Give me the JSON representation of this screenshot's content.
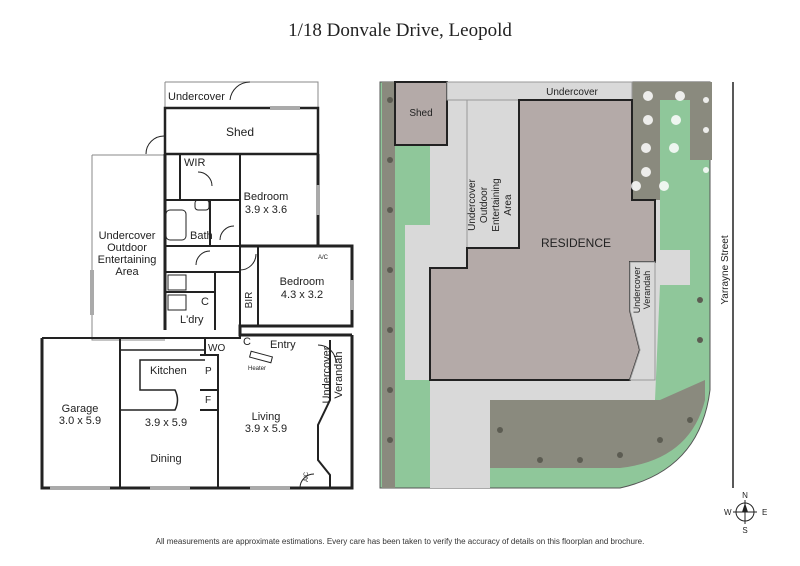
{
  "title": "1/18 Donvale Drive, Leopold",
  "disclaimer": "All measurements are approximate estimations. Every care has been taken to verify the accuracy of details on this floorplan and brochure.",
  "floorplan": {
    "undercover_top": "Undercover",
    "shed": "Shed",
    "wir": "WIR",
    "bedroom1_name": "Bedroom",
    "bedroom1_size": "3.9 x 3.6",
    "bath": "Bath",
    "bedroom2_name": "Bedroom",
    "bedroom2_size": "4.3 x 3.2",
    "ac_bed": "A/C",
    "bir": "BIR",
    "c1": "C",
    "ldry": "L'dry",
    "c2": "C",
    "wo": "WO",
    "kitchen": "Kitchen",
    "p": "P",
    "f": "F",
    "kitchen_size": "3.9 x 5.9",
    "dining": "Dining",
    "entry": "Entry",
    "heater": "Heater",
    "living_name": "Living",
    "living_size": "3.9 x 5.9",
    "ac_living": "A/C",
    "undercover_outdoor": [
      "Undercover",
      "Outdoor",
      "Entertaining",
      "Area"
    ],
    "undercover_verandah": [
      "Undercover",
      "Verandah"
    ],
    "garage_name": "Garage",
    "garage_size": "3.0 x 5.9"
  },
  "siteplan": {
    "shed": "Shed",
    "undercover": "Undercover",
    "outdoor": [
      "Undercover",
      "Outdoor",
      "Entertaining",
      "Area"
    ],
    "residence": "RESIDENCE",
    "verandah": [
      "Undercover",
      "Verandah"
    ],
    "street": "Yarrayne Street"
  },
  "compass": {
    "n": "N",
    "s": "S",
    "e": "E",
    "w": "W"
  },
  "colors": {
    "lawn": "#8fc79a",
    "garden": "#8a8a7e",
    "paving": "#d9d9d9",
    "residence": "#b4aaa8",
    "wall": "#222222"
  }
}
